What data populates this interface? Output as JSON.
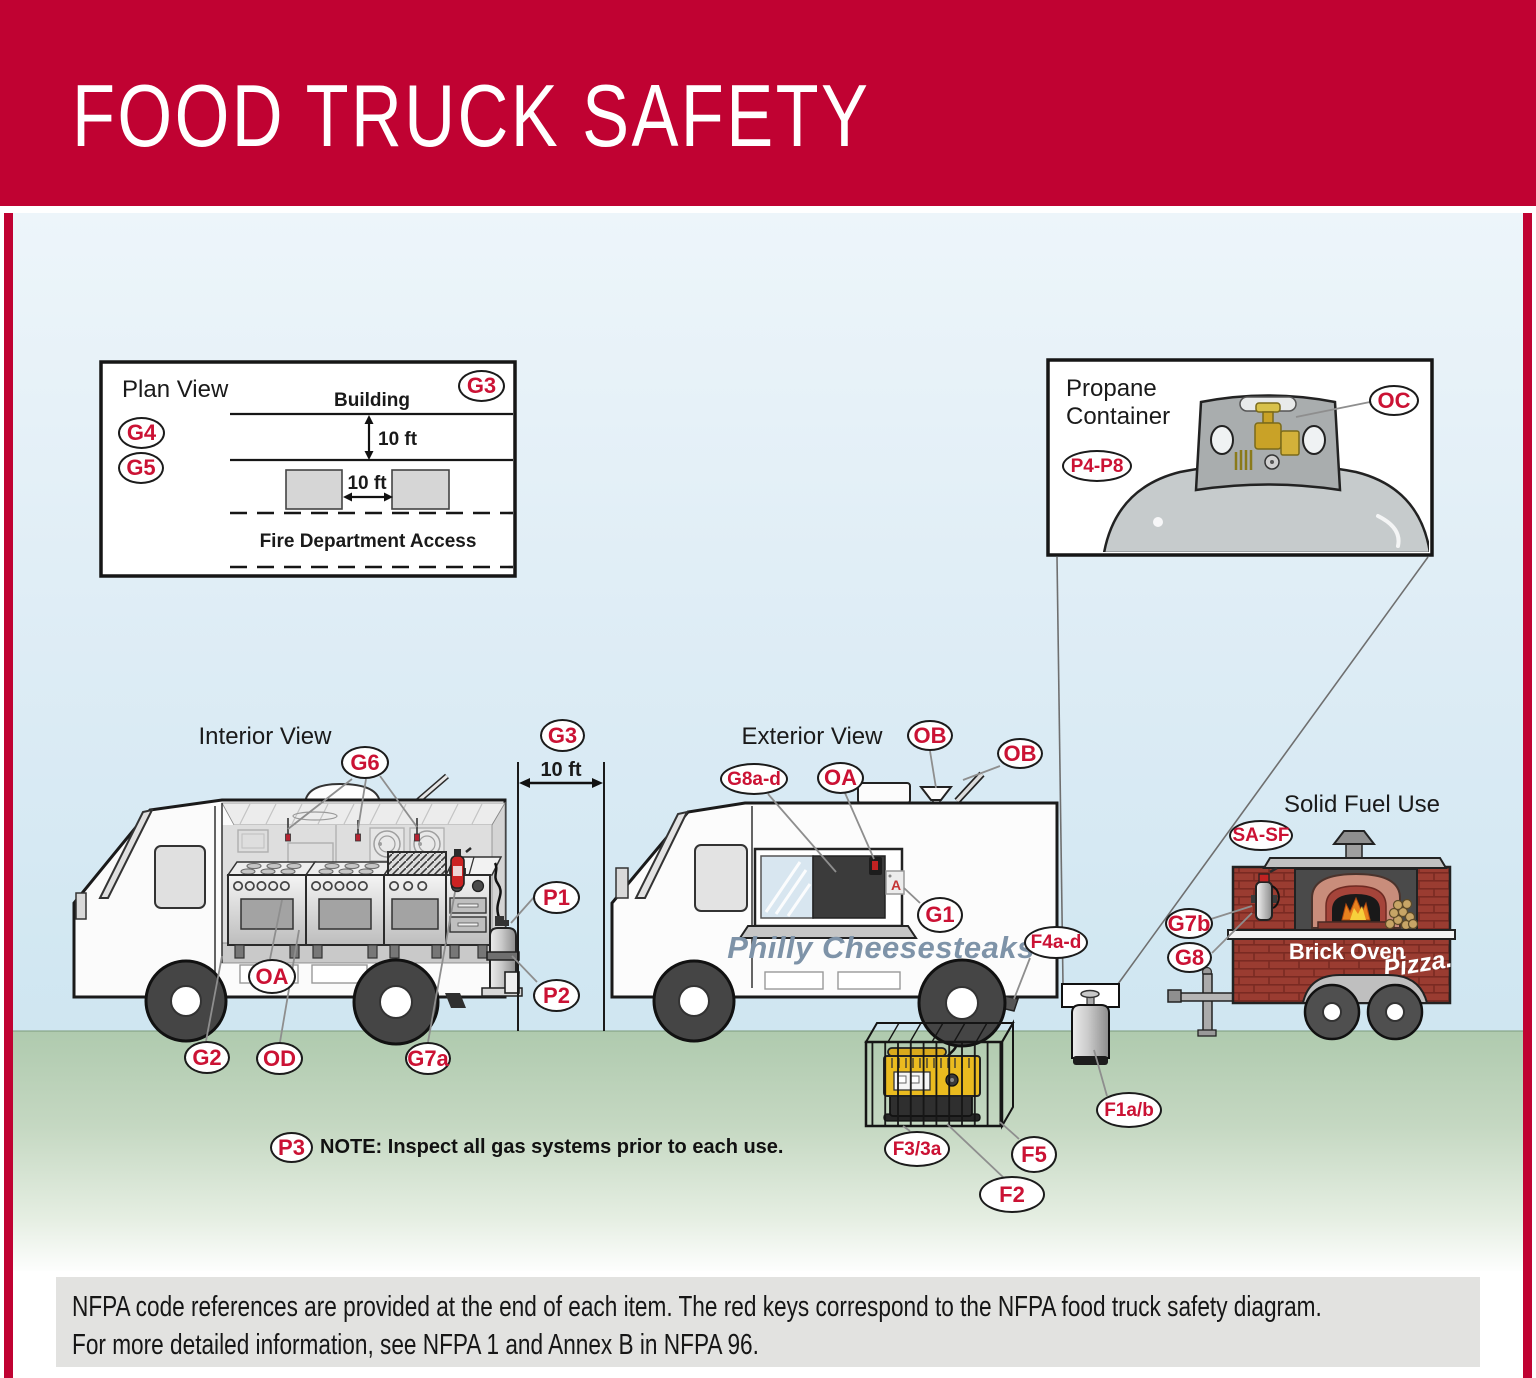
{
  "header": {
    "title": "FOOD TRUCK SAFETY"
  },
  "plan_view": {
    "title": "Plan View",
    "building": "Building",
    "gap_building": "10 ft",
    "gap_trucks": "10 ft",
    "access": "Fire Department Access",
    "keys": {
      "g3": "G3",
      "g4": "G4",
      "g5": "G5"
    }
  },
  "propane_inset": {
    "title_line1": "Propane",
    "title_line2": "Container",
    "keys": {
      "oc": "OC",
      "p4_p8": "P4-P8"
    }
  },
  "interior": {
    "title": "Interior View",
    "keys": {
      "g6": "G6",
      "oa": "OA",
      "g2": "G2",
      "od": "OD",
      "g7a": "G7a",
      "p1": "P1",
      "p2": "P2"
    }
  },
  "separation": {
    "distance": "10 ft",
    "key_g3": "G3"
  },
  "exterior": {
    "title": "Exterior View",
    "truck_name": "Philly Cheesesteaks",
    "sign_letter": "A",
    "keys": {
      "g8a_d": "G8a-d",
      "oa": "OA",
      "ob_roof": "OB",
      "ob_pipe": "OB",
      "g1": "G1",
      "f4a_d": "F4a-d"
    }
  },
  "generator": {
    "keys": {
      "f3_3a": "F3/3a",
      "f5": "F5",
      "f2": "F2"
    }
  },
  "propane_cylinder": {
    "key": "F1a/b"
  },
  "solid_fuel": {
    "title": "Solid Fuel Use",
    "sign_line1": "Brick Oven",
    "sign_line2": "Pizza.",
    "keys": {
      "sa_sf": "SA-SF",
      "g7b": "G7b",
      "g8": "G8"
    }
  },
  "note": {
    "key": "P3",
    "text": "NOTE: Inspect all gas systems prior to each use."
  },
  "footer": {
    "line1": "NFPA code references are provided at the end of each item. The red keys correspond to the NFPA food truck safety diagram.",
    "line2": "For more detailed information, see NFPA 1 and Annex B in NFPA 96."
  },
  "colors": {
    "nfpa_red": "#C00232",
    "key_text": "#CB1234",
    "truck_sign_blue": "#7E93A8",
    "brick": "#9A3C31"
  }
}
